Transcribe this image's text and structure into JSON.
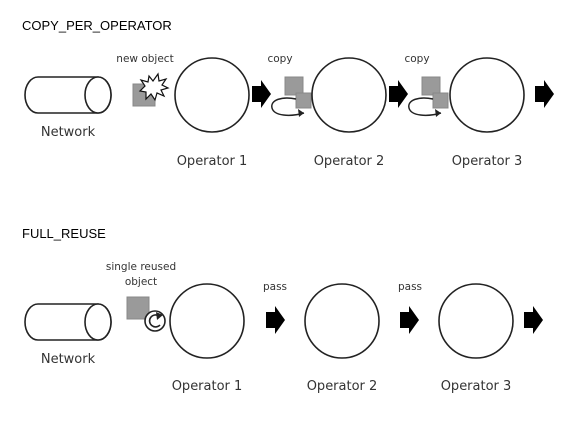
{
  "sections": {
    "copy": {
      "title": "COPY_PER_OPERATOR",
      "network_label": "Network",
      "new_object_label": "new object",
      "copy_label_1": "copy",
      "copy_label_2": "copy",
      "operators": [
        "Operator 1",
        "Operator 2",
        "Operator 3"
      ]
    },
    "reuse": {
      "title": "FULL_REUSE",
      "network_label": "Network",
      "reused_label_line1": "single reused",
      "reused_label_line2": "object",
      "pass_label_1": "pass",
      "pass_label_2": "pass",
      "operators": [
        "Operator 1",
        "Operator 2",
        "Operator 3"
      ]
    }
  },
  "colors": {
    "object_fill": "#9a9a9a",
    "stroke": "#222222",
    "arrow": "#000000"
  }
}
